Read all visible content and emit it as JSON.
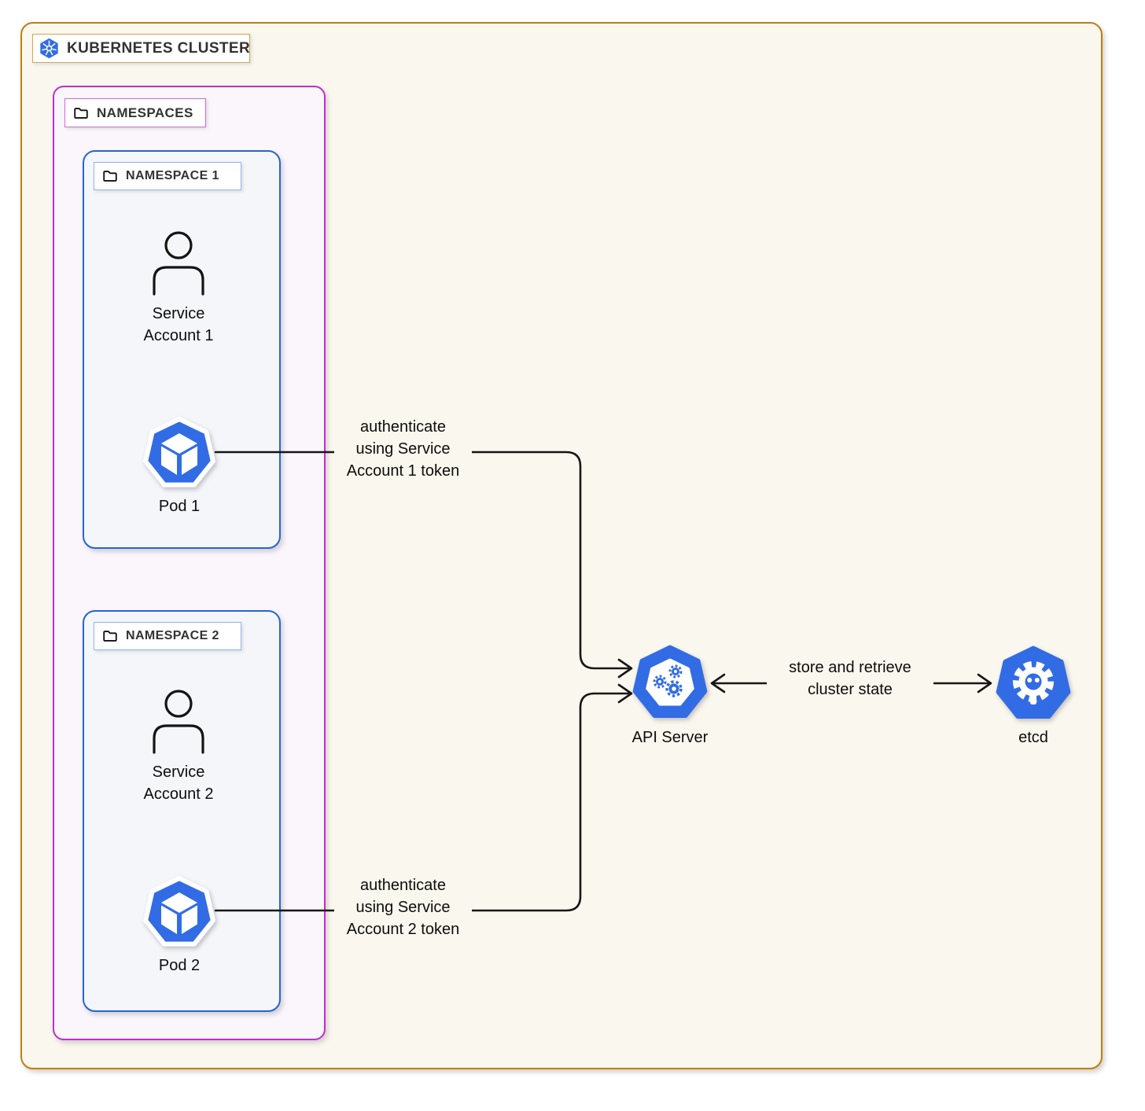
{
  "cluster": {
    "label": "KUBERNETES CLUSTER"
  },
  "namespaces": {
    "label": "NAMESPACES",
    "items": [
      {
        "label": "NAMESPACE 1",
        "service_account": {
          "line1": "Service",
          "line2": "Account 1"
        },
        "pod": "Pod 1"
      },
      {
        "label": "NAMESPACE 2",
        "service_account": {
          "line1": "Service",
          "line2": "Account 2"
        },
        "pod": "Pod 2"
      }
    ]
  },
  "nodes": {
    "api_server": "API Server",
    "etcd": "etcd"
  },
  "edges": {
    "pod1_auth": {
      "line1": "authenticate",
      "line2": "using Service",
      "line3": "Account 1 token"
    },
    "pod2_auth": {
      "line1": "authenticate",
      "line2": "using Service",
      "line3": "Account 2 token"
    },
    "api_etcd": {
      "line1": "store and retrieve",
      "line2": "cluster state"
    }
  },
  "colors": {
    "cluster_border": "#bf7e10",
    "namespaces_border": "#c32dce",
    "namespace_border": "#2366d1",
    "kubernetes_blue": "#326CE5",
    "canvas_background": "#faf7ee",
    "edge_line": "#161616"
  }
}
